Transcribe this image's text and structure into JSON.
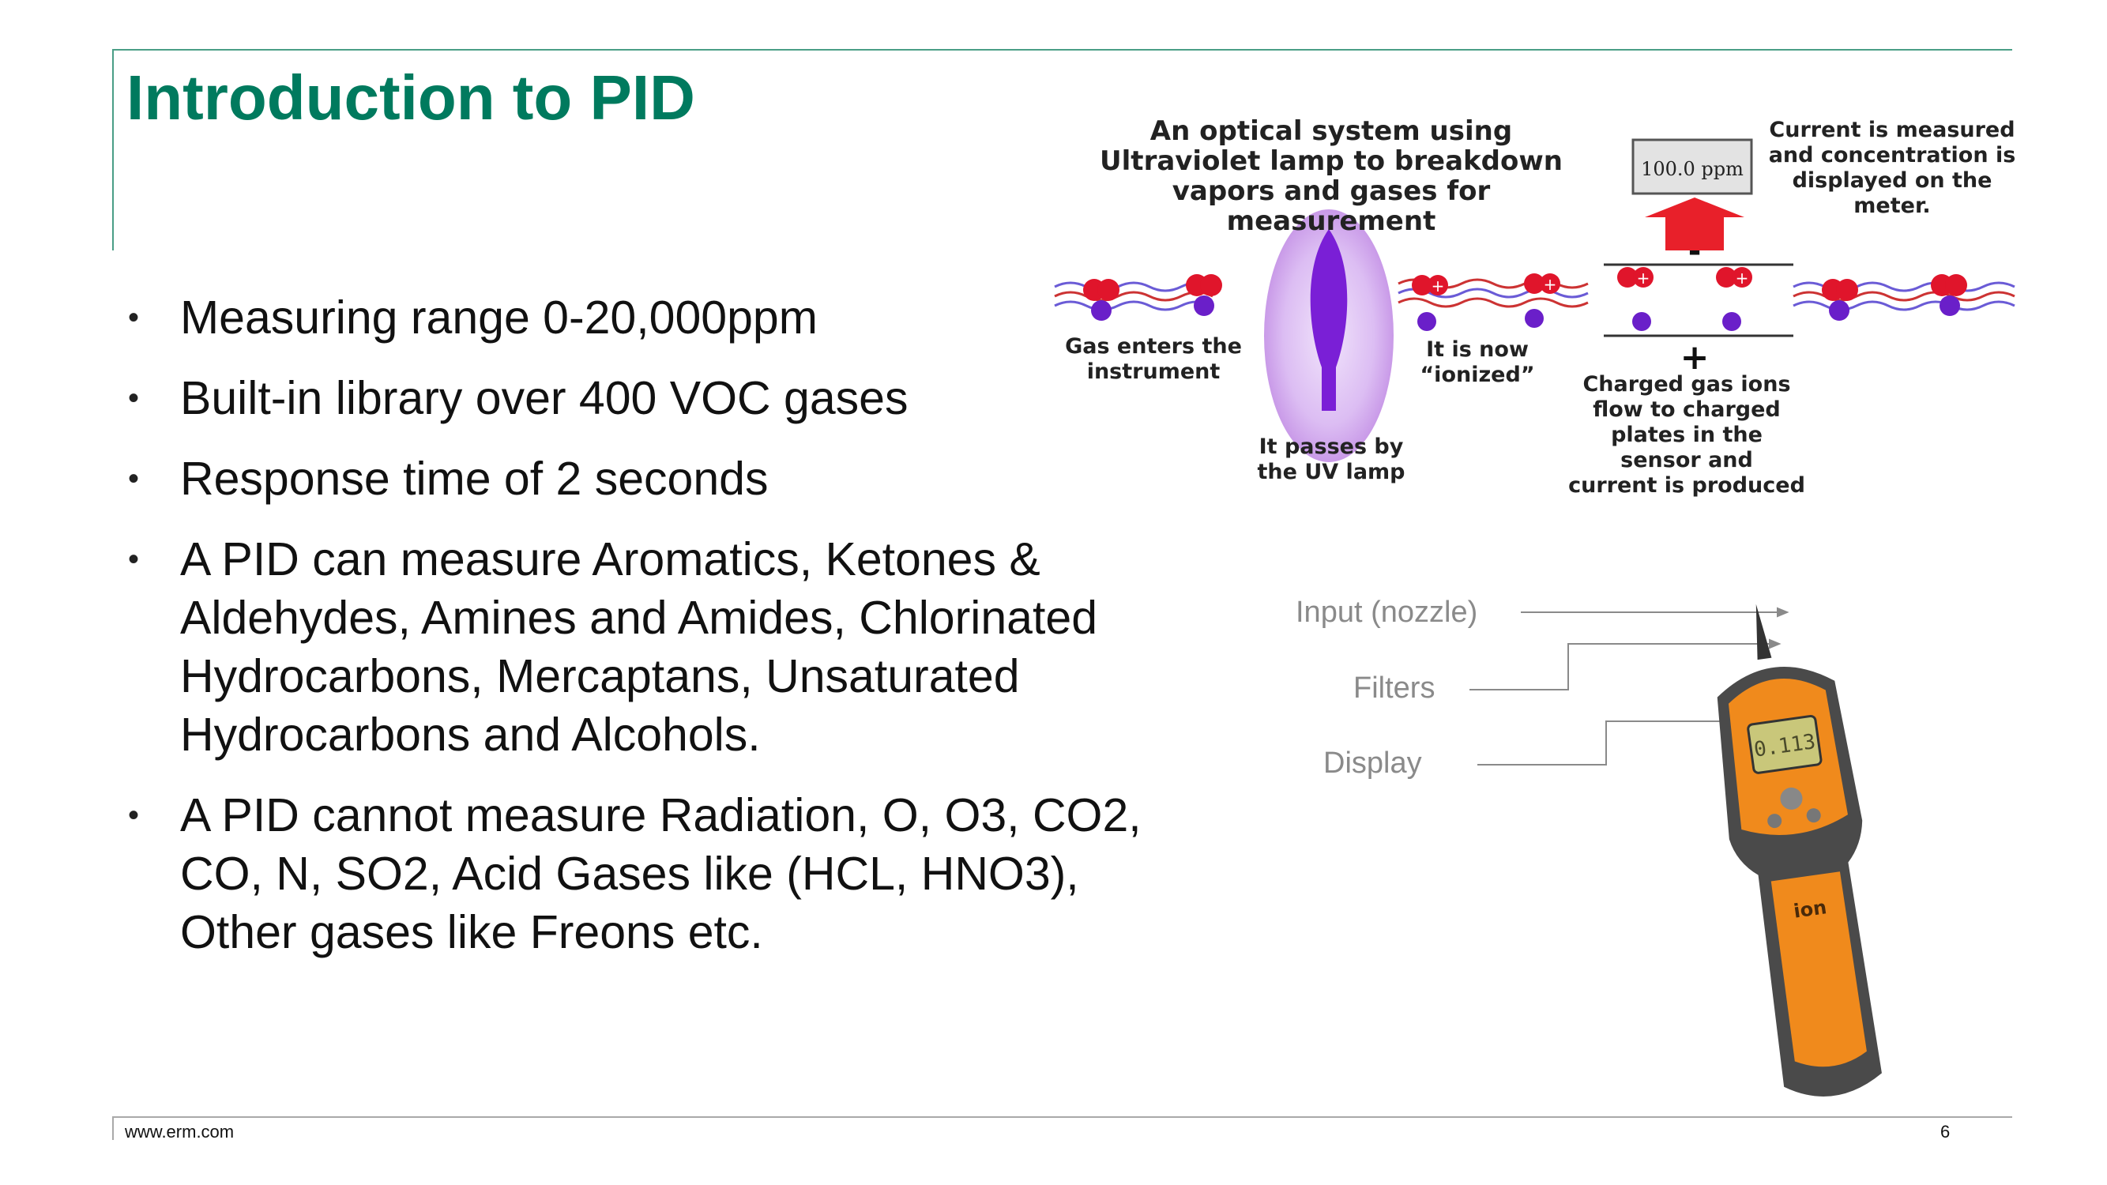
{
  "title": "Introduction to PID",
  "bullets": [
    "Measuring range 0-20,000ppm",
    "Built-in library over 400 VOC gases",
    "Response time of 2 seconds",
    "A PID can measure Aromatics, Ketones & Aldehydes, Amines and Amides, Chlorinated Hydrocarbons, Mercaptans, Unsaturated Hydrocarbons and Alcohols.",
    "A PID cannot measure Radiation, O, O3, CO2, CO, N, SO2, Acid Gases like (HCL, HNO3), Other gases like Freons etc."
  ],
  "diagram": {
    "optical_caption": [
      "An optical system using",
      "Ultraviolet lamp to breakdown",
      "vapors and gases for",
      "measurement"
    ],
    "current_caption": [
      "Current is measured",
      "and concentration is",
      "displayed on the",
      "meter."
    ],
    "meter_reading": "100.0 ppm",
    "gas_enters": [
      "Gas enters the",
      "instrument"
    ],
    "uv_lamp": [
      "It passes by",
      "the UV lamp"
    ],
    "ionized": [
      "It is now",
      "“ionized”"
    ],
    "charged": [
      "Charged gas ions",
      "flow to charged",
      "plates in the",
      "sensor and",
      "current is produced"
    ],
    "minus_sign": "-",
    "plus_sign": "+",
    "ion_plus": "+"
  },
  "device": {
    "labels": {
      "input": "Input (nozzle)",
      "filters": "Filters",
      "display": "Display"
    },
    "screen_reading": "0.113",
    "brand": "ion"
  },
  "footer": {
    "url": "www.erm.com",
    "page": "6"
  },
  "colors": {
    "title": "#007a5e",
    "frame": "#4a9e86",
    "molecule_red": "#e0152b",
    "molecule_purple": "#6a1fc9",
    "lamp_glow": "#d7b4f2",
    "arrow_red": "#e8202a",
    "device_orange": "#f08a1c"
  }
}
